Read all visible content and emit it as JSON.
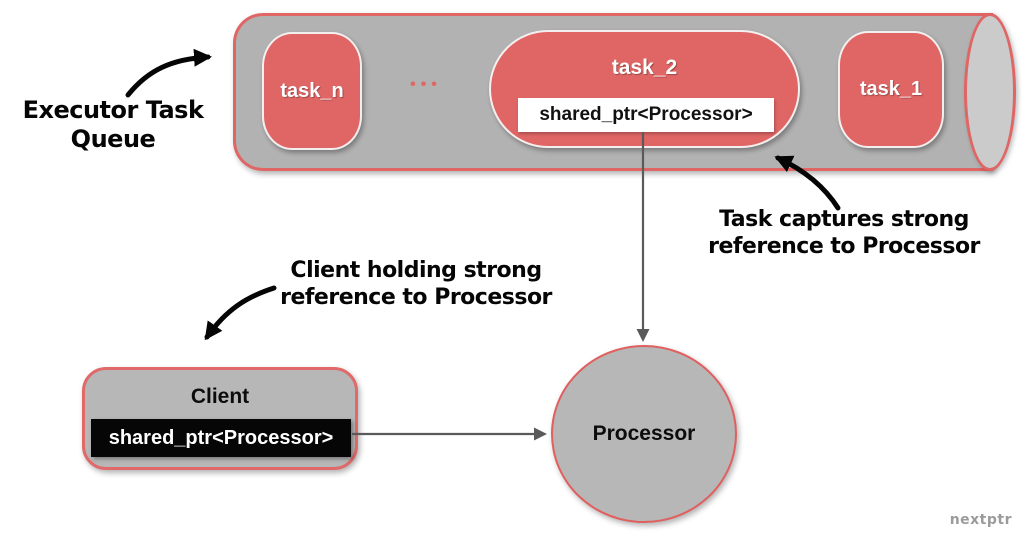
{
  "diagram": {
    "queue": {
      "task_n_label": "task_n",
      "ellipsis": "•••",
      "task_2_label": "task_2",
      "task_2_payload": "shared_ptr<Processor>",
      "task_1_label": "task_1"
    },
    "client": {
      "title": "Client",
      "payload": "shared_ptr<Processor>"
    },
    "processor": {
      "label": "Processor"
    },
    "annotations": {
      "executor_queue": "Executor Task\nQueue",
      "task_captures": "Task captures strong\nreference to Processor",
      "client_holding": "Client holding strong\nreference to Processor"
    },
    "watermark": "nextptr",
    "colors": {
      "node_red": "#e06666",
      "border_red": "#e06565",
      "cylinder_gray": "#b2b2b2",
      "cap_gray": "#cbcbcb",
      "node_gray": "#b7b7b7",
      "arrow_gray": "#5a5a5a",
      "annotation_black": "#050505",
      "payload_black": "#060606",
      "payload_white": "#ffffff"
    }
  }
}
